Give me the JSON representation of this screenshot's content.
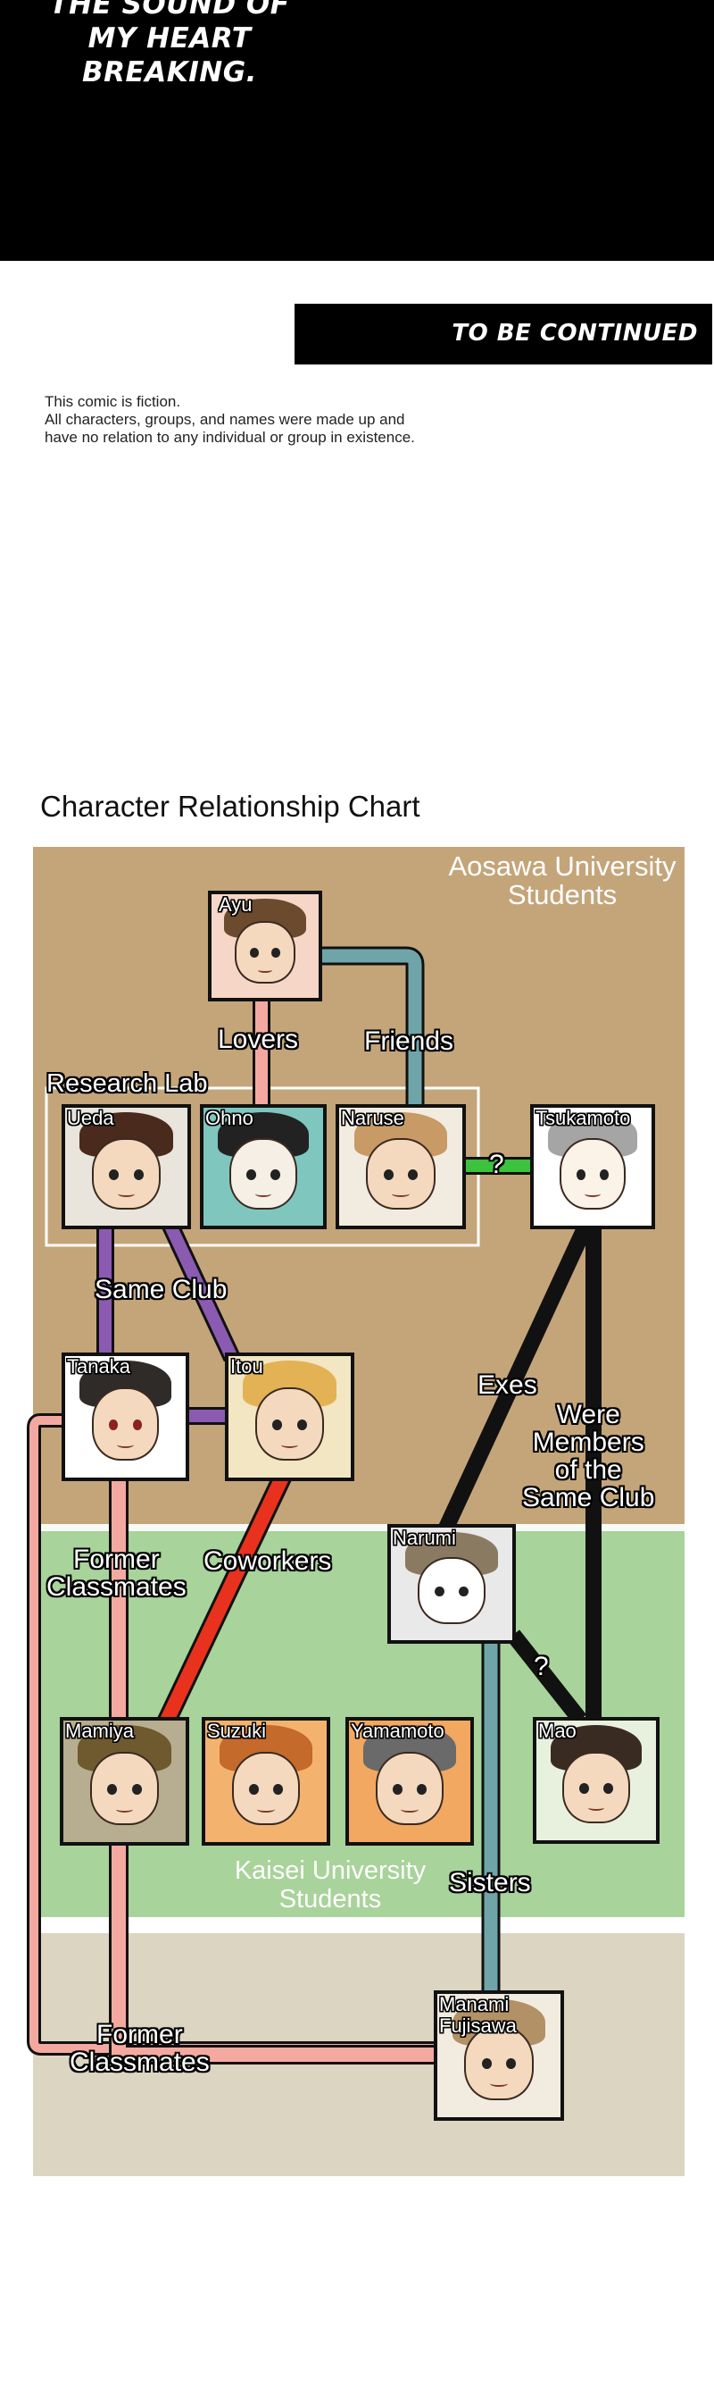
{
  "header": {
    "text_lines": [
      "THE SOUND OF",
      "MY HEART",
      "BREAKING."
    ]
  },
  "continued_banner": {
    "label": "TO BE CONTINUED"
  },
  "disclaimer": {
    "lines": [
      "This comic is fiction.",
      "All characters, groups, and names were made up and",
      "have no relation to any individual or group in existence."
    ]
  },
  "chart": {
    "title": "Character Relationship Chart",
    "groups": {
      "aosawa": [
        "Aosawa University",
        "Students"
      ],
      "research_lab": "Research Lab",
      "kaisei": [
        "Kaisei University",
        "Students"
      ]
    },
    "colors": {
      "aosawa": "#c4a57a",
      "kaisei": "#a8d39a",
      "other": "#dcd5c2",
      "lovers": "#f4a9a0",
      "friends": "#6fa5a8",
      "same_club": "#8a5bb0",
      "coworkers": "#e8321e",
      "exes": "#111111",
      "sisters": "#6fa5a8",
      "unknown": "#3cc23c"
    },
    "characters": {
      "ayu": "Ayu",
      "ueda": "Ueda",
      "ohno": "Ohno",
      "naruse": "Naruse",
      "tsukamoto": "Tsukamoto",
      "tanaka": "Tanaka",
      "itou": "Itou",
      "narumi": "Narumi",
      "mamiya": "Mamiya",
      "suzuki": "Suzuki",
      "yamamoto": "Yamamoto",
      "mao": "Mao",
      "manami": [
        "Manami",
        "Fujisawa"
      ]
    },
    "relations": {
      "lovers": "Lovers",
      "friends": "Friends",
      "unknown_1": "?",
      "same_club": "Same Club",
      "exes": "Exes",
      "were_members": [
        "Were",
        "Members",
        "of the",
        "Same Club"
      ],
      "former_classmates_1": [
        "Former",
        "Classmates"
      ],
      "coworkers": "Coworkers",
      "unknown_2": "?",
      "sisters": "Sisters",
      "former_classmates_2": [
        "Former",
        "Classmates"
      ]
    }
  }
}
